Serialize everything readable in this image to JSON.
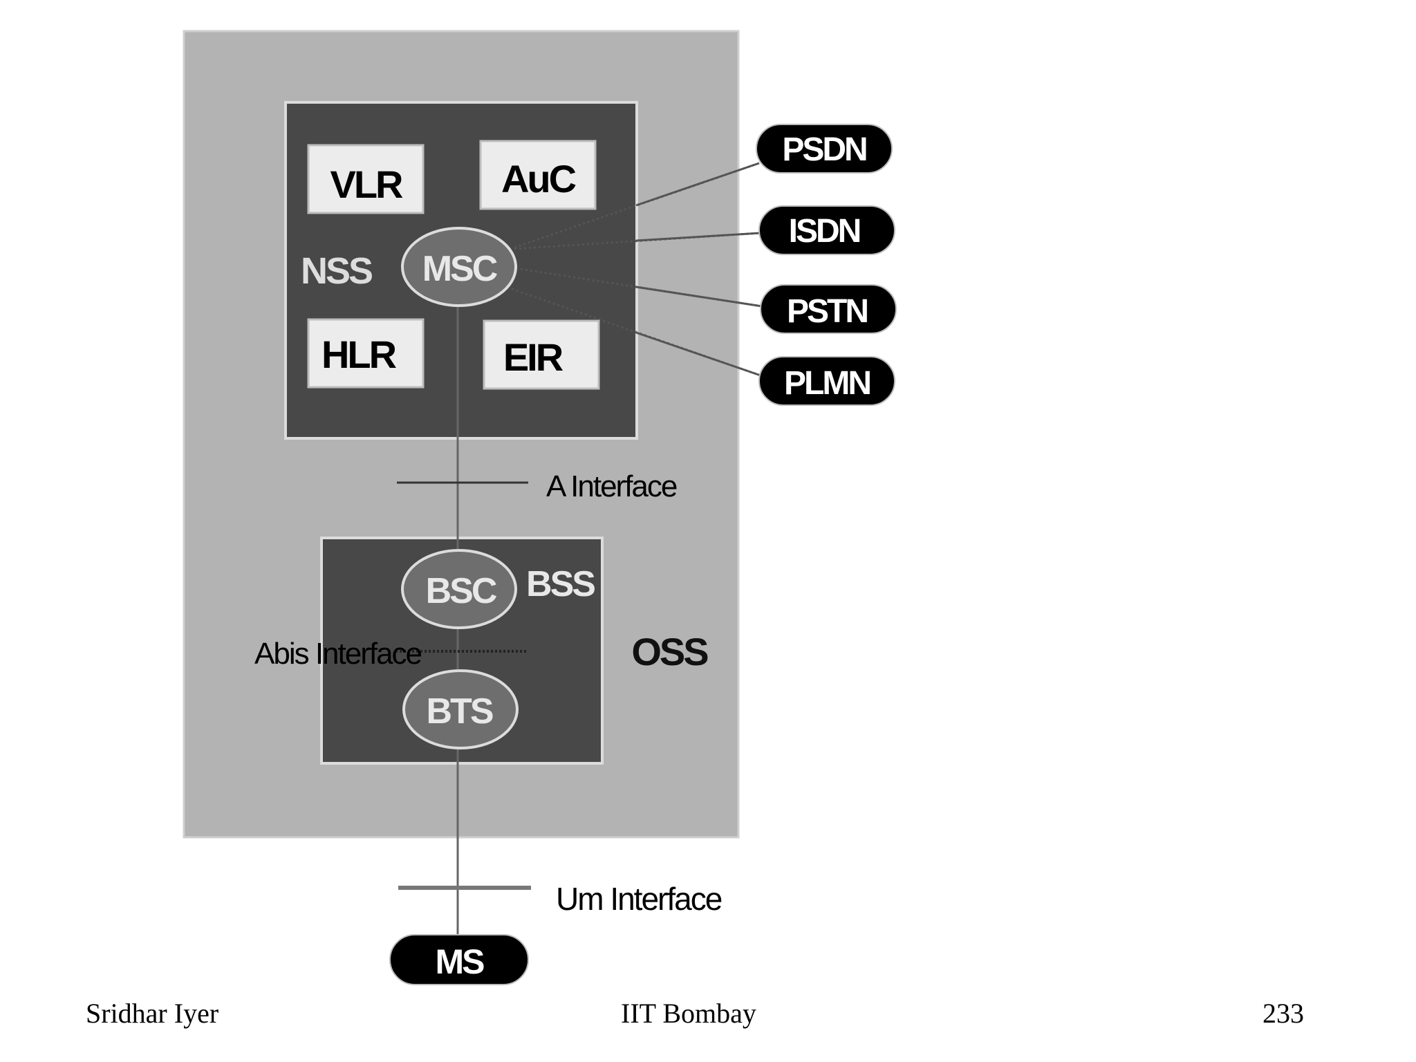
{
  "colors": {
    "oss_bg": "#b3b3b3",
    "subsystem_bg": "#484848",
    "box_bg": "#ececec",
    "ellipse_fill": "#6e6e6e",
    "pill_fill": "#000000",
    "line": "#555555"
  },
  "oss": {
    "label": "OSS"
  },
  "nss": {
    "label": "NSS",
    "vlr": "VLR",
    "auc": "AuC",
    "hlr": "HLR",
    "eir": "EIR",
    "msc": "MSC"
  },
  "bss": {
    "label": "BSS",
    "bsc": "BSC",
    "bts": "BTS"
  },
  "interfaces": {
    "a": "A Interface",
    "abis": "Abis Interface",
    "um": "Um Interface"
  },
  "networks": [
    {
      "label": "PSDN"
    },
    {
      "label": "ISDN"
    },
    {
      "label": "PSTN"
    },
    {
      "label": "PLMN"
    }
  ],
  "ms": {
    "label": "MS"
  },
  "footer": {
    "author": "Sridhar Iyer",
    "institution": "IIT Bombay",
    "page": "233"
  }
}
